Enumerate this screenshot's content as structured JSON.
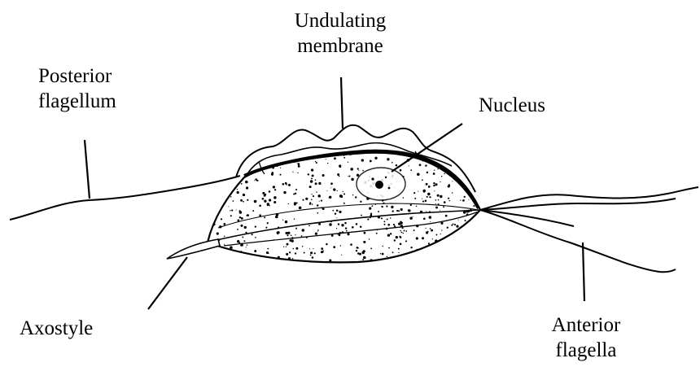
{
  "labels": {
    "undulating_membrane": [
      "Undulating",
      "membrane"
    ],
    "posterior_flagellum": [
      "Posterior",
      "flagellum"
    ],
    "nucleus": [
      "Nucleus"
    ],
    "axostyle": [
      "Axostyle"
    ],
    "anterior_flagella": [
      "Anterior",
      "flagella"
    ]
  },
  "colors": {
    "ink": "#000000",
    "background": "#ffffff"
  }
}
